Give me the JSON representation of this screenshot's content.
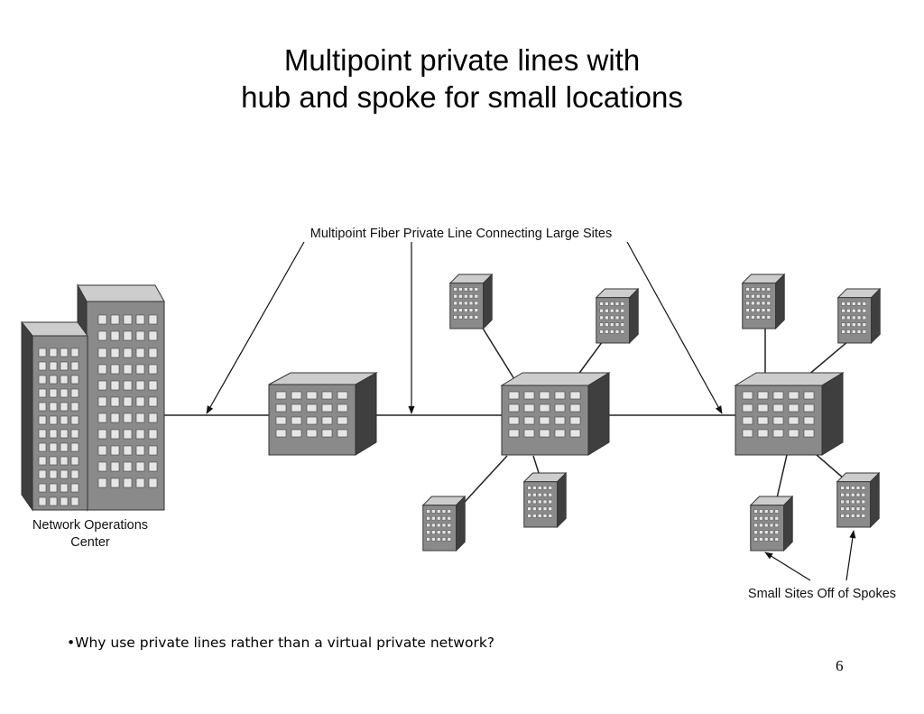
{
  "slide": {
    "title_line1": "Multipoint private lines with",
    "title_line2": "hub and spoke for small locations",
    "page_number": "6"
  },
  "diagram": {
    "label_backbone": "Multipoint Fiber Private Line Connecting Large Sites",
    "label_noc_line1": "Network Operations",
    "label_noc_line2": "Center",
    "label_small_sites": "Small Sites Off of Spokes"
  },
  "notes": {
    "bullet_1": "•Why use private lines rather than a virtual private network?"
  },
  "colors": {
    "building_front": "#8a8a8a",
    "building_side": "#3f3f3f",
    "building_top": "#cdcdcd",
    "window": "#e6e6e6"
  }
}
